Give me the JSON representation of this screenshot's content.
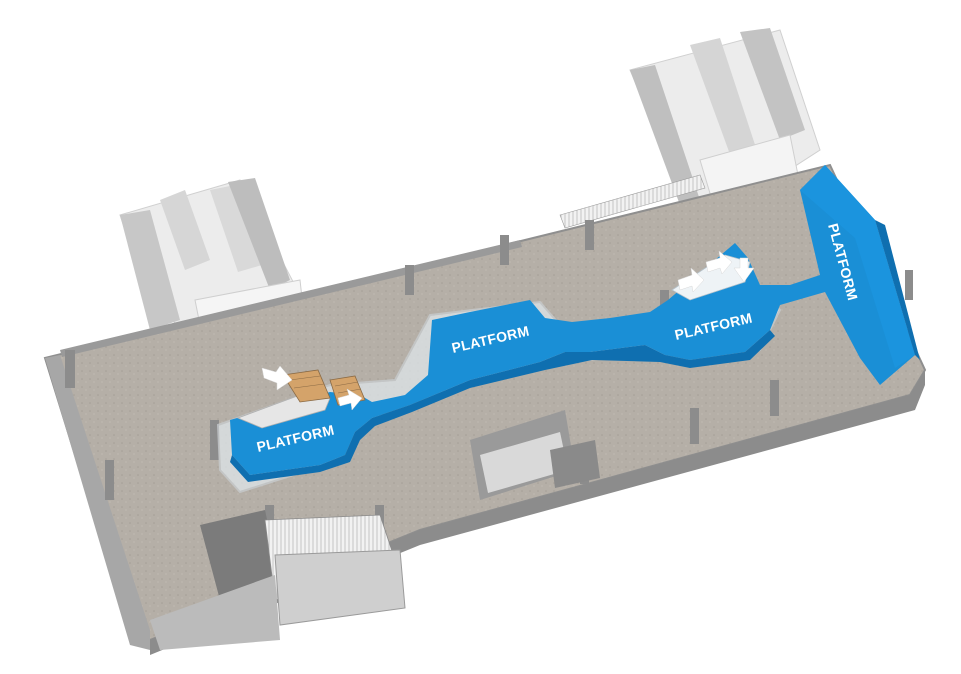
{
  "diagram": {
    "labels": {
      "platform_left": "PLATFORM",
      "platform_center": "PLATFORM",
      "platform_right": "PLATFORM",
      "platform_vertical": "PLATFORM"
    },
    "colors": {
      "platform": "#1a8fd6",
      "platform_dark": "#0f6fb0",
      "floor": "#b4aea6",
      "wall": "#8f8f8f",
      "wall_dark": "#6e6e6e",
      "building": "#e8e8e8",
      "stair_wood": "#d4a36a",
      "arrow": "#ffffff"
    },
    "icons": {
      "flow_arrow": "arrow-icon",
      "stair": "stair-icon"
    }
  }
}
